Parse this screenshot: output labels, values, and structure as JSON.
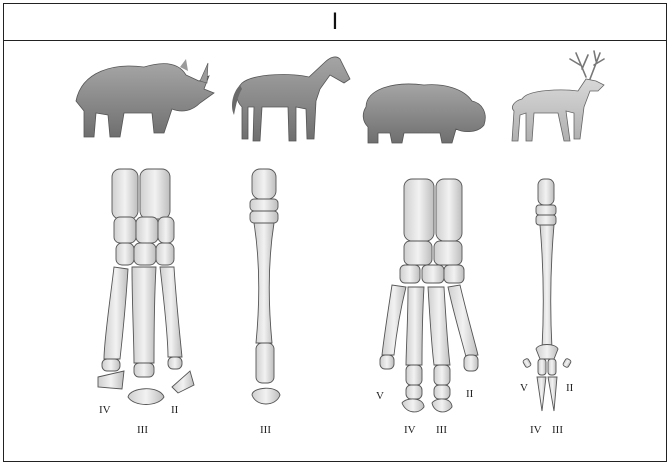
{
  "header": {
    "title": "I"
  },
  "animals": [
    {
      "name": "rhinoceros",
      "digit_labels": [
        "IV",
        "III",
        "II"
      ]
    },
    {
      "name": "horse",
      "digit_labels": [
        "III"
      ]
    },
    {
      "name": "hippopotamus",
      "digit_labels": [
        "V",
        "IV",
        "III",
        "II"
      ]
    },
    {
      "name": "deer",
      "digit_labels": [
        "V",
        "IV",
        "III",
        "II"
      ]
    }
  ],
  "colors": {
    "border": "#222222",
    "bone_fill": "#e6e6e6",
    "bone_stroke": "#555555",
    "animal_fill": "#8f8f8f"
  }
}
